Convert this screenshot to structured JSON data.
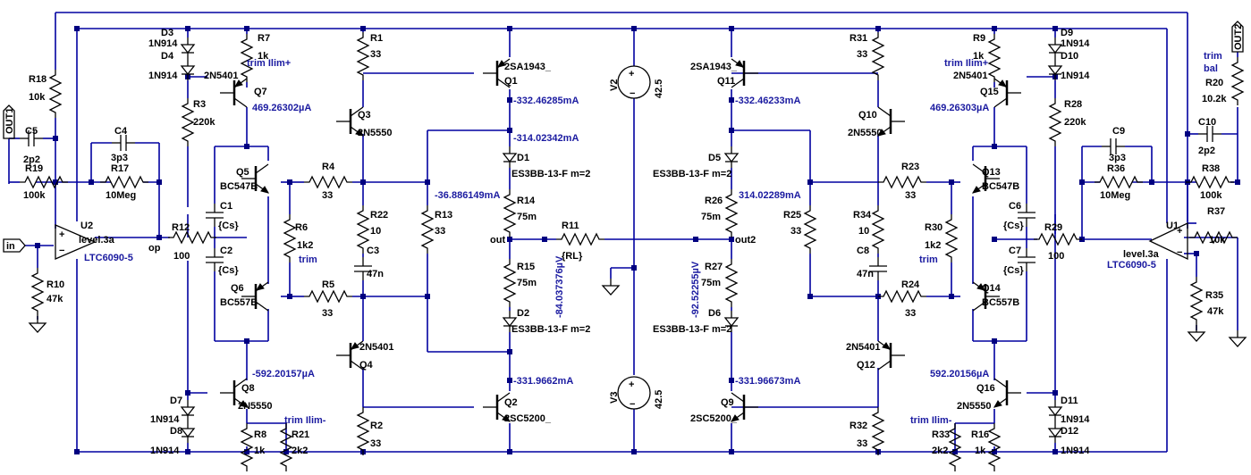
{
  "components": {
    "D3": {
      "name": "D3",
      "value": "1N914"
    },
    "D4": {
      "name": "D4",
      "value": "1N914"
    },
    "D7": {
      "name": "D7",
      "value": "1N914"
    },
    "D8": {
      "name": "D8",
      "value": "1N914"
    },
    "D9": {
      "name": "D9",
      "value": "1N914"
    },
    "D10": {
      "name": "D10",
      "value": "1N914"
    },
    "D11": {
      "name": "D11",
      "value": "1N914"
    },
    "D12": {
      "name": "D12",
      "value": "1N914"
    },
    "D1": {
      "name": "D1",
      "value": "ES3BB-13-F m=2"
    },
    "D2": {
      "name": "D2",
      "value": "ES3BB-13-F m=2"
    },
    "D5": {
      "name": "D5",
      "value": "ES3BB-13-F m=2"
    },
    "D6": {
      "name": "D6",
      "value": "ES3BB-13-F m=2"
    },
    "R1": {
      "name": "R1",
      "value": "33"
    },
    "R2": {
      "name": "R2",
      "value": "33"
    },
    "R3": {
      "name": "R3",
      "value": "220k"
    },
    "R4": {
      "name": "R4",
      "value": "33"
    },
    "R5": {
      "name": "R5",
      "value": "33"
    },
    "R6": {
      "name": "R6",
      "value": "1k2"
    },
    "R7": {
      "name": "R7",
      "value": "1k"
    },
    "R8": {
      "name": "R8",
      "value": "1k"
    },
    "R9": {
      "name": "R9",
      "value": "1k"
    },
    "R10": {
      "name": "R10",
      "value": "47k"
    },
    "R11": {
      "name": "R11",
      "value": "{RL}"
    },
    "R12": {
      "name": "R12",
      "value": "100"
    },
    "R13": {
      "name": "R13",
      "value": "33"
    },
    "R14": {
      "name": "R14",
      "value": "75m"
    },
    "R15": {
      "name": "R15",
      "value": "75m"
    },
    "R16": {
      "name": "R16",
      "value": "1k"
    },
    "R17": {
      "name": "R17",
      "value": "10Meg"
    },
    "R18": {
      "name": "R18",
      "value": "10k"
    },
    "R19": {
      "name": "R19",
      "value": "100k"
    },
    "R20": {
      "name": "R20",
      "value": "10.2k"
    },
    "R21": {
      "name": "R21",
      "value": "2k2"
    },
    "R22": {
      "name": "R22",
      "value": "10"
    },
    "R23": {
      "name": "R23",
      "value": "33"
    },
    "R24": {
      "name": "R24",
      "value": "33"
    },
    "R25": {
      "name": "R25",
      "value": "33"
    },
    "R26": {
      "name": "R26",
      "value": "75m"
    },
    "R27": {
      "name": "R27",
      "value": "75m"
    },
    "R28": {
      "name": "R28",
      "value": "220k"
    },
    "R29": {
      "name": "R29",
      "value": "100"
    },
    "R30": {
      "name": "R30",
      "value": "1k2"
    },
    "R31": {
      "name": "R31",
      "value": "33"
    },
    "R32": {
      "name": "R32",
      "value": "33"
    },
    "R33": {
      "name": "R33",
      "value": "2k2"
    },
    "R34": {
      "name": "R34",
      "value": "10"
    },
    "R35": {
      "name": "R35",
      "value": "47k"
    },
    "R36": {
      "name": "R36",
      "value": "10Meg"
    },
    "R37": {
      "name": "R37",
      "value": "10k"
    },
    "R38": {
      "name": "R38",
      "value": "100k"
    },
    "C1": {
      "name": "C1",
      "value": "{Cs}"
    },
    "C2": {
      "name": "C2",
      "value": "{Cs}"
    },
    "C3": {
      "name": "C3",
      "value": "47n"
    },
    "C4": {
      "name": "C4",
      "value": "3p3"
    },
    "C5": {
      "name": "C5",
      "value": "2p2"
    },
    "C6": {
      "name": "C6",
      "value": "{Cs}"
    },
    "C7": {
      "name": "C7",
      "value": "{Cs}"
    },
    "C8": {
      "name": "C8",
      "value": "47n"
    },
    "C9": {
      "name": "C9",
      "value": "3p3"
    },
    "C10": {
      "name": "C10",
      "value": "2p2"
    },
    "Q1": {
      "name": "Q1",
      "value": "2SA1943_"
    },
    "Q2": {
      "name": "Q2",
      "value": "2SC5200_"
    },
    "Q3": {
      "name": "Q3",
      "value": "2N5550"
    },
    "Q4": {
      "name": "Q4",
      "value": "2N5401"
    },
    "Q5": {
      "name": "Q5",
      "value": "BC547B"
    },
    "Q6": {
      "name": "Q6",
      "value": "BC557B"
    },
    "Q7": {
      "name": "Q7",
      "value": "2N5401"
    },
    "Q8": {
      "name": "Q8",
      "value": "2N5550"
    },
    "Q9": {
      "name": "Q9",
      "value": "2SC5200_"
    },
    "Q10": {
      "name": "Q10",
      "value": "2N5550"
    },
    "Q11": {
      "name": "Q11",
      "value": "2SA1943_"
    },
    "Q12": {
      "name": "Q12",
      "value": "2N5401"
    },
    "Q13": {
      "name": "Q13",
      "value": "BC547B"
    },
    "Q14": {
      "name": "Q14",
      "value": "BC557B"
    },
    "Q15": {
      "name": "Q15",
      "value": "2N5401"
    },
    "Q16": {
      "name": "Q16",
      "value": "2N5550"
    },
    "U1": {
      "name": "U1",
      "value": "level.3a",
      "part": "LTC6090-5"
    },
    "U2": {
      "name": "U2",
      "value": "level.3a",
      "part": "LTC6090-5"
    },
    "V2": {
      "name": "V2",
      "value": "42.5"
    },
    "V3": {
      "name": "V3",
      "value": "42.5"
    }
  },
  "nets": {
    "in": "in",
    "out": "out",
    "out2": "out2",
    "op": "op",
    "OUT1": "OUT1",
    "OUT2": "OUT2"
  },
  "annotations": {
    "trim_ilim_plus_left": "trim Ilim+",
    "trim_ilim_plus_right": "trim Ilim+",
    "trim_ilim_minus_left": "trim Ilim-",
    "trim_ilim_minus_right": "trim Ilim-",
    "trim_left": "trim",
    "trim_right": "trim",
    "trim_bal_1": "trim",
    "trim_bal_2": "bal"
  },
  "probes": {
    "q7": "469.26302µA",
    "q15": "469.26303µA",
    "q8": "-592.20157µA",
    "q16": "592.20156µA",
    "q1": "-332.46285mA",
    "q11": "-332.46233mA",
    "d1": "-314.02342mA",
    "d5": "314.02289mA",
    "q2": "-331.9662mA",
    "q9": "-331.96673mA",
    "r13": "-36.886149mA",
    "out_v": "-84.037376µV",
    "out2_v": "-92.52255µV"
  },
  "colors": {
    "wire": "#0000a0",
    "component": "#000000",
    "annotation": "#1a1aa0"
  }
}
